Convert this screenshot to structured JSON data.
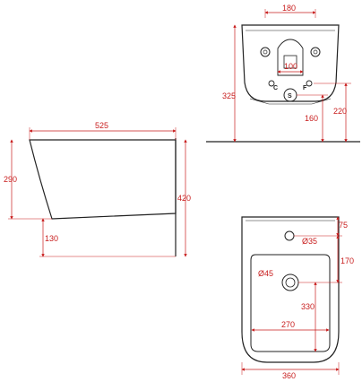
{
  "colors": {
    "outline": "#222222",
    "dimension": "#c81d1d",
    "background": "#ffffff"
  },
  "views": {
    "back": {
      "width_top": "180",
      "fixing_spacing": "100",
      "height_total": "325",
      "pipe_height": "220",
      "outlet_height": "160",
      "markers": {
        "cold": "C",
        "hot": "F",
        "outlet": "S"
      }
    },
    "side": {
      "length": "525",
      "rim_height": "290",
      "total_height": "420",
      "base_offset": "130"
    },
    "top": {
      "tap_offset": "75",
      "tap_hole": "Ø35",
      "bowl_depth": "170",
      "drain_hole": "Ø45",
      "drain_distance": "330",
      "inner_width": "270",
      "outer_width": "360"
    }
  }
}
